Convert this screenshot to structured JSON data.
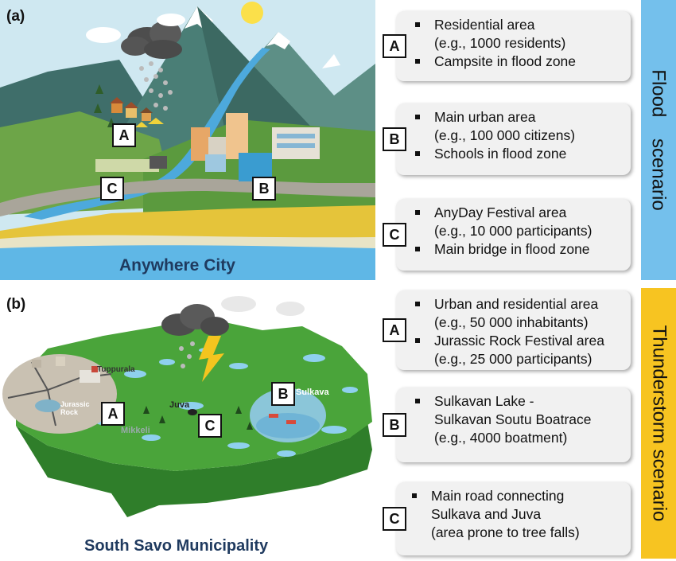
{
  "panel_a": {
    "label": "(a)",
    "title": "Anywhere City",
    "markers": [
      "A",
      "B",
      "C"
    ],
    "side_label": "Flood    scenario",
    "side_color": "#74c0ec",
    "boxes": [
      {
        "marker": "A",
        "lines": [
          {
            "type": "bullet",
            "text": "Residential area"
          },
          {
            "type": "cont",
            "text": "(e.g., 1000 residents)"
          },
          {
            "type": "bullet",
            "text": "Campsite in flood zone"
          }
        ]
      },
      {
        "marker": "B",
        "lines": [
          {
            "type": "bullet",
            "text": "Main urban area"
          },
          {
            "type": "cont",
            "text": "(e.g., 100 000 citizens)"
          },
          {
            "type": "bullet",
            "text": "Schools in flood zone"
          }
        ]
      },
      {
        "marker": "C",
        "lines": [
          {
            "type": "bullet",
            "text": "AnyDay Festival area"
          },
          {
            "type": "cont",
            "text": "(e.g., 10 000 participants)"
          },
          {
            "type": "bullet",
            "text": "Main bridge in flood zone"
          }
        ]
      }
    ]
  },
  "panel_b": {
    "label": "(b)",
    "title": "South Savo Municipality",
    "markers": [
      "A",
      "B",
      "C"
    ],
    "map_labels": {
      "tuppurala": "Tuppurala",
      "jurassic": "Jurassic\nRock",
      "mikkeli": "Mikkeli",
      "juva": "Juva",
      "sulkava": "Sulkava"
    },
    "side_label": "Thunderstorm scenario",
    "side_color": "#f7c421",
    "boxes": [
      {
        "marker": "A",
        "lines": [
          {
            "type": "bullet",
            "text": "Urban and residential area"
          },
          {
            "type": "cont",
            "text": "(e.g., 50 000 inhabitants)"
          },
          {
            "type": "bullet",
            "text": "Jurassic Rock Festival area"
          },
          {
            "type": "cont",
            "text": "(e.g., 25 000 participants)"
          }
        ]
      },
      {
        "marker": "B",
        "lines": [
          {
            "type": "bullet",
            "text": "Sulkavan Lake -"
          },
          {
            "type": "cont",
            "text": "Sulkavan Soutu Boatrace"
          },
          {
            "type": "cont",
            "text": "(e.g., 4000 boatment)"
          }
        ]
      },
      {
        "marker": "C",
        "lines": [
          {
            "type": "bullet",
            "text": "Main road connecting"
          },
          {
            "type": "cont",
            "text": "Sulkava and Juva"
          },
          {
            "type": "cont",
            "text": "(area prone to tree falls)"
          }
        ]
      }
    ]
  }
}
